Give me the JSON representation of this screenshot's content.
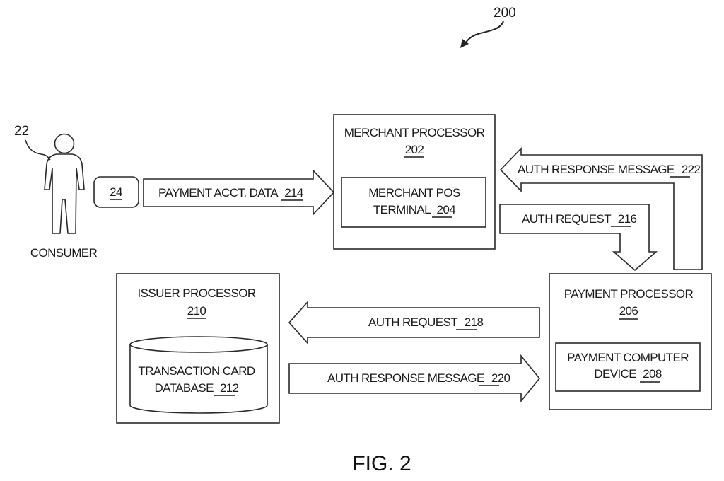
{
  "figure": {
    "ref_number": "200",
    "caption": "FIG. 2"
  },
  "consumer": {
    "ref_number": "22",
    "label": "CONSUMER",
    "icon": "person-icon"
  },
  "card": {
    "ref_number": "24"
  },
  "nodes": {
    "merchant_processor": {
      "title": "MERCHANT PROCESSOR",
      "ref": "202"
    },
    "merchant_pos": {
      "line1": "MERCHANT POS",
      "line2": "TERMINAL",
      "ref": "204"
    },
    "payment_processor": {
      "title": "PAYMENT PROCESSOR",
      "ref": "206"
    },
    "payment_computer": {
      "line1": "PAYMENT COMPUTER",
      "line2": "DEVICE",
      "ref": "208"
    },
    "issuer_processor": {
      "title": "ISSUER PROCESSOR",
      "ref": "210"
    },
    "card_database": {
      "line1": "TRANSACTION CARD",
      "line2": "DATABASE",
      "ref": "212"
    }
  },
  "arrows": {
    "payment_acct_data": {
      "label": "PAYMENT ACCT. DATA",
      "ref": "214",
      "from": "card",
      "to": "merchant_processor"
    },
    "auth_request_216": {
      "label": "AUTH REQUEST",
      "ref": "216",
      "from": "merchant_processor",
      "to": "payment_processor"
    },
    "auth_request_218": {
      "label": "AUTH REQUEST",
      "ref": "218",
      "from": "payment_processor",
      "to": "issuer_processor"
    },
    "auth_response_220": {
      "label": "AUTH RESPONSE MESSAGE",
      "ref": "220",
      "from": "issuer_processor",
      "to": "payment_processor"
    },
    "auth_response_222": {
      "label": "AUTH RESPONSE MESSAGE",
      "ref": "222",
      "from": "payment_processor",
      "to": "merchant_processor"
    }
  }
}
